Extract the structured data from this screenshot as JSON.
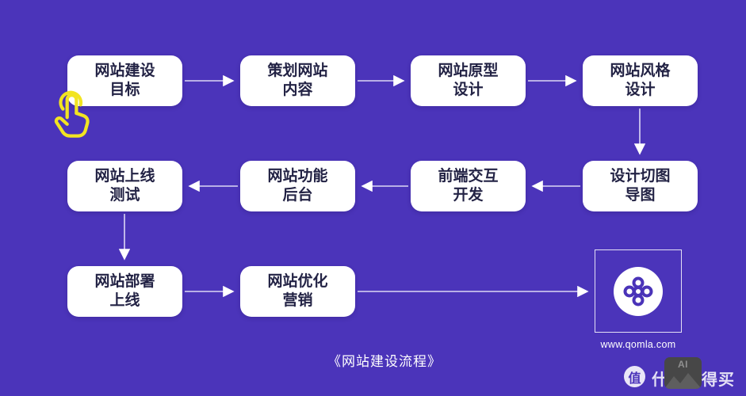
{
  "flow": {
    "caption": "《网站建设流程》",
    "nodes": [
      {
        "line1": "网站建设",
        "line2": "目标"
      },
      {
        "line1": "策划网站",
        "line2": "内容"
      },
      {
        "line1": "网站原型",
        "line2": "设计"
      },
      {
        "line1": "网站风格",
        "line2": "设计"
      },
      {
        "line1": "设计切图",
        "line2": "导图"
      },
      {
        "line1": "前端交互",
        "line2": "开发"
      },
      {
        "line1": "网站功能",
        "line2": "后台"
      },
      {
        "line1": "网站上线",
        "line2": "测试"
      },
      {
        "line1": "网站部署",
        "line2": "上线"
      },
      {
        "line1": "网站优化",
        "line2": "营销"
      }
    ]
  },
  "logo": {
    "website": "www.qomla.com"
  },
  "watermark": {
    "brand_char": "值",
    "brand_text": "什么值得买",
    "ai_badge_label": "AI"
  },
  "colors": {
    "background": "#4b34ba",
    "node_bg": "#ffffff",
    "node_text": "#232345",
    "arrow": "#ddd8f5",
    "highlight_yellow": "#f2e422",
    "logo_purple": "#4a33b8"
  }
}
